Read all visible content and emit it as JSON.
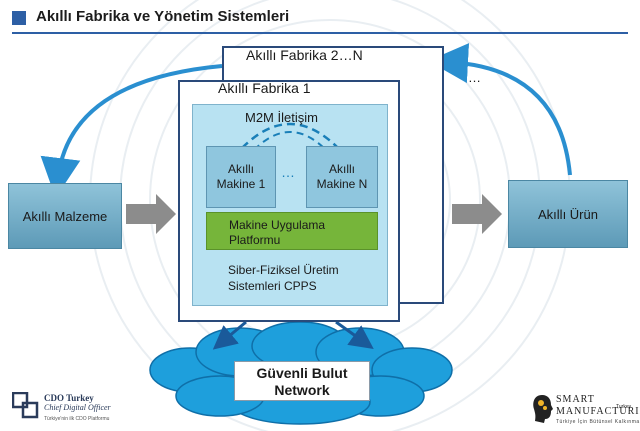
{
  "header": {
    "title": "Akıllı Fabrika ve Yönetim Sistemleri"
  },
  "colors": {
    "accent": "#2d5fa5",
    "side_box": "#6fa8c3",
    "inner_area": "#b8e2f2",
    "platform": "#76b53a",
    "cloud": "#1e9fdc",
    "arrow_blue": "#2a8fd0",
    "arrow_gray": "#8c8c8c"
  },
  "diagram": {
    "smart_material": "Akıllı Malzeme",
    "smart_product": "Akıllı Ürün",
    "factory_back": "Akıllı Fabrika 2…N",
    "factory_front": "Akıllı Fabrika 1",
    "m2m": "M2M İletişim",
    "machine_1": {
      "line1": "Akıllı",
      "line2": "Makine 1"
    },
    "machine_n": {
      "line1": "Akıllı",
      "line2": "Makine N"
    },
    "machine_dots": "…",
    "platform": {
      "line1": "Makine Uygulama",
      "line2": "Platformu"
    },
    "cpps": {
      "line1": "Siber-Fiziksel Üretim",
      "line2": "Sistemleri CPPS"
    },
    "ellipsis_top": "…",
    "cloud": {
      "line1": "Güvenli Bulut",
      "line2": "Network"
    }
  },
  "logos": {
    "cdo": {
      "name": "CDO Turkey",
      "subtitle": "Chief Digital Officer",
      "tagline": "Türkiye'nin ilk CDO Platformu"
    },
    "smart_manufacturing": {
      "line1": "SMART",
      "line2": "MANUFACTURING",
      "country": "Turkey",
      "tagline": "Türkiye İçin Bütünsel Kalkınma"
    }
  }
}
